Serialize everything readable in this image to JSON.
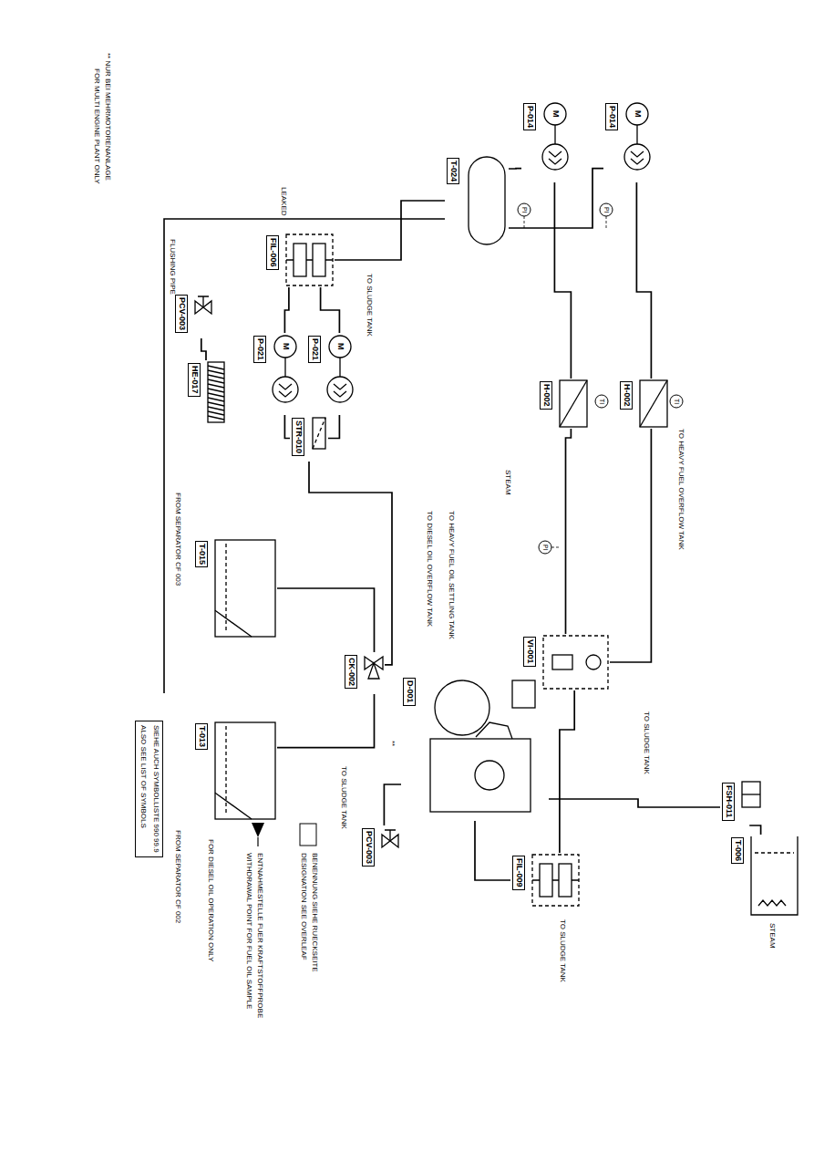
{
  "diagram": {
    "nodes": [
      {
        "text": [
          "SIEHE AUCH SYMBOLLISTE 990 99.9",
          "ALSO SEE LIST OF SYMBOLS"
        ]
      },
      {
        "text": [
          "T-013"
        ]
      },
      {
        "text": [
          "T-015"
        ]
      },
      {
        "text": [
          "CK-002"
        ]
      },
      {
        "text": [
          "STR-010"
        ]
      },
      {
        "text": [
          "P-021",
          "M"
        ]
      },
      {
        "text": [
          "P-021",
          "M"
        ]
      },
      {
        "text": [
          "HE-017"
        ]
      },
      {
        "text": [
          "PCV-003"
        ]
      },
      {
        "text": [
          "FIL-006"
        ]
      },
      {
        "text": [
          "T-024"
        ]
      },
      {
        "text": [
          "P-014",
          "M"
        ]
      },
      {
        "text": [
          "P-014",
          "M"
        ]
      },
      {
        "text": [
          "H-002"
        ]
      },
      {
        "text": [
          "H-002"
        ]
      },
      {
        "text": [
          "VI-001"
        ]
      },
      {
        "text": [
          "D-001"
        ]
      },
      {
        "text": [
          "PCV-003"
        ]
      },
      {
        "text": [
          "FIL-009"
        ]
      },
      {
        "text": [
          "FSH-011"
        ]
      },
      {
        "text": [
          "T-006"
        ]
      }
    ],
    "edges": [
      {
        "from": 1,
        "to": 3,
        "arrow": "none"
      },
      {
        "from": 2,
        "to": 3,
        "arrow": "none"
      },
      {
        "from": 3,
        "to": 4,
        "arrow": "none"
      },
      {
        "from": 4,
        "to": 5,
        "arrow": "none"
      },
      {
        "from": 4,
        "to": 6,
        "arrow": "none"
      },
      {
        "from": 5,
        "to": 9,
        "arrow": "none"
      },
      {
        "from": 6,
        "to": 9,
        "arrow": "none"
      },
      {
        "from": 9,
        "to": 10,
        "arrow": "none"
      },
      {
        "from": 8,
        "to": 7,
        "arrow": "none"
      },
      {
        "from": 10,
        "to": 11,
        "arrow": "none"
      },
      {
        "from": 10,
        "to": 12,
        "arrow": "none"
      },
      {
        "from": 11,
        "to": 13,
        "arrow": "none"
      },
      {
        "from": 12,
        "to": 14,
        "arrow": "none"
      },
      {
        "from": 13,
        "to": 15,
        "arrow": "none"
      },
      {
        "from": 14,
        "to": 15,
        "arrow": "none"
      },
      {
        "from": 15,
        "to": 18,
        "arrow": "none"
      },
      {
        "from": 18,
        "to": 16,
        "arrow": "none"
      },
      {
        "from": 16,
        "to": 17,
        "arrow": "none"
      },
      {
        "from": 16,
        "to": 19,
        "arrow": "none"
      },
      {
        "from": 19,
        "to": 20,
        "arrow": "none"
      }
    ],
    "labels": [
      "** NUR BEI MEHRMOTORENANLAGE",
      "FOR MULTI ENGINE PLANT ONLY",
      "FROM SEPARATOR CF 003",
      "FROM SEPARATOR CF 002",
      "FOR DIESEL OIL OPERATION ONLY",
      "ENTNAHMESTELLE FUER KRAFTSTOFFPROBE",
      "WITHDRAWAL POINT FOR FUEL OIL SAMPLE",
      "BENENNUNG SIEHE RUECKSEITE",
      "DESIGNATION SEE OVERLEAF",
      "FLUSHING PIPE",
      "LEAKED",
      "TO SLUDGE TANK",
      "TO SLUDGE TANK",
      "TO DIESEL OIL OVERFLOW TANK",
      "TO HEAVY FUEL OIL SETTLING TANK",
      "**",
      "STEAM",
      "TO HEAVY FUEL OVERFLOW TANK",
      "TO SLUDGE TANK",
      "TO SLUDGE TANK",
      "STEAM",
      "PI",
      "PI",
      "PI",
      "TI",
      "TI"
    ]
  }
}
